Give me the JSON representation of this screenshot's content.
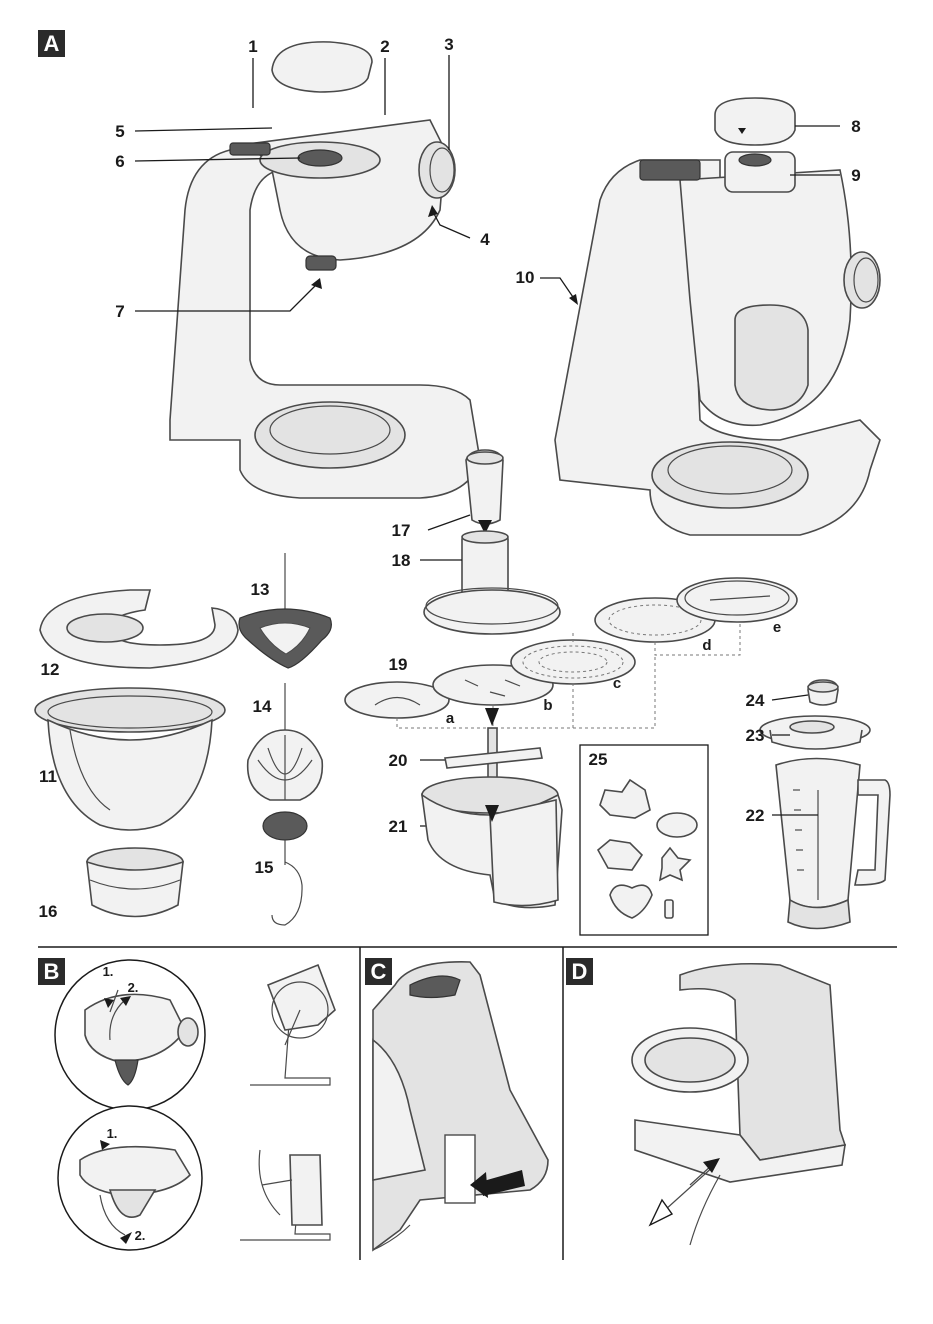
{
  "sections": {
    "a": "A",
    "b": "B",
    "c": "C",
    "d": "D"
  },
  "labels": {
    "n1": "1",
    "n2": "2",
    "n3": "3",
    "n4": "4",
    "n5": "5",
    "n6": "6",
    "n7": "7",
    "n8": "8",
    "n9": "9",
    "n10": "10",
    "n11": "11",
    "n12": "12",
    "n13": "13",
    "n14": "14",
    "n15": "15",
    "n16": "16",
    "n17": "17",
    "n18": "18",
    "n19": "19",
    "n20": "20",
    "n21": "21",
    "n22": "22",
    "n23": "23",
    "n24": "24",
    "n25": "25"
  },
  "disc_letters": {
    "a": "a",
    "b": "b",
    "c": "c",
    "d": "d",
    "e": "e"
  },
  "steps": {
    "b_top_1": "1.",
    "b_top_2": "2.",
    "b_bottom_1": "1.",
    "b_bottom_2": "2."
  },
  "colors": {
    "badge": "#2b2b2b",
    "line": "#1a1a1a",
    "part_fill": "#f2f2f2",
    "part_stroke": "#4a4a4a"
  }
}
